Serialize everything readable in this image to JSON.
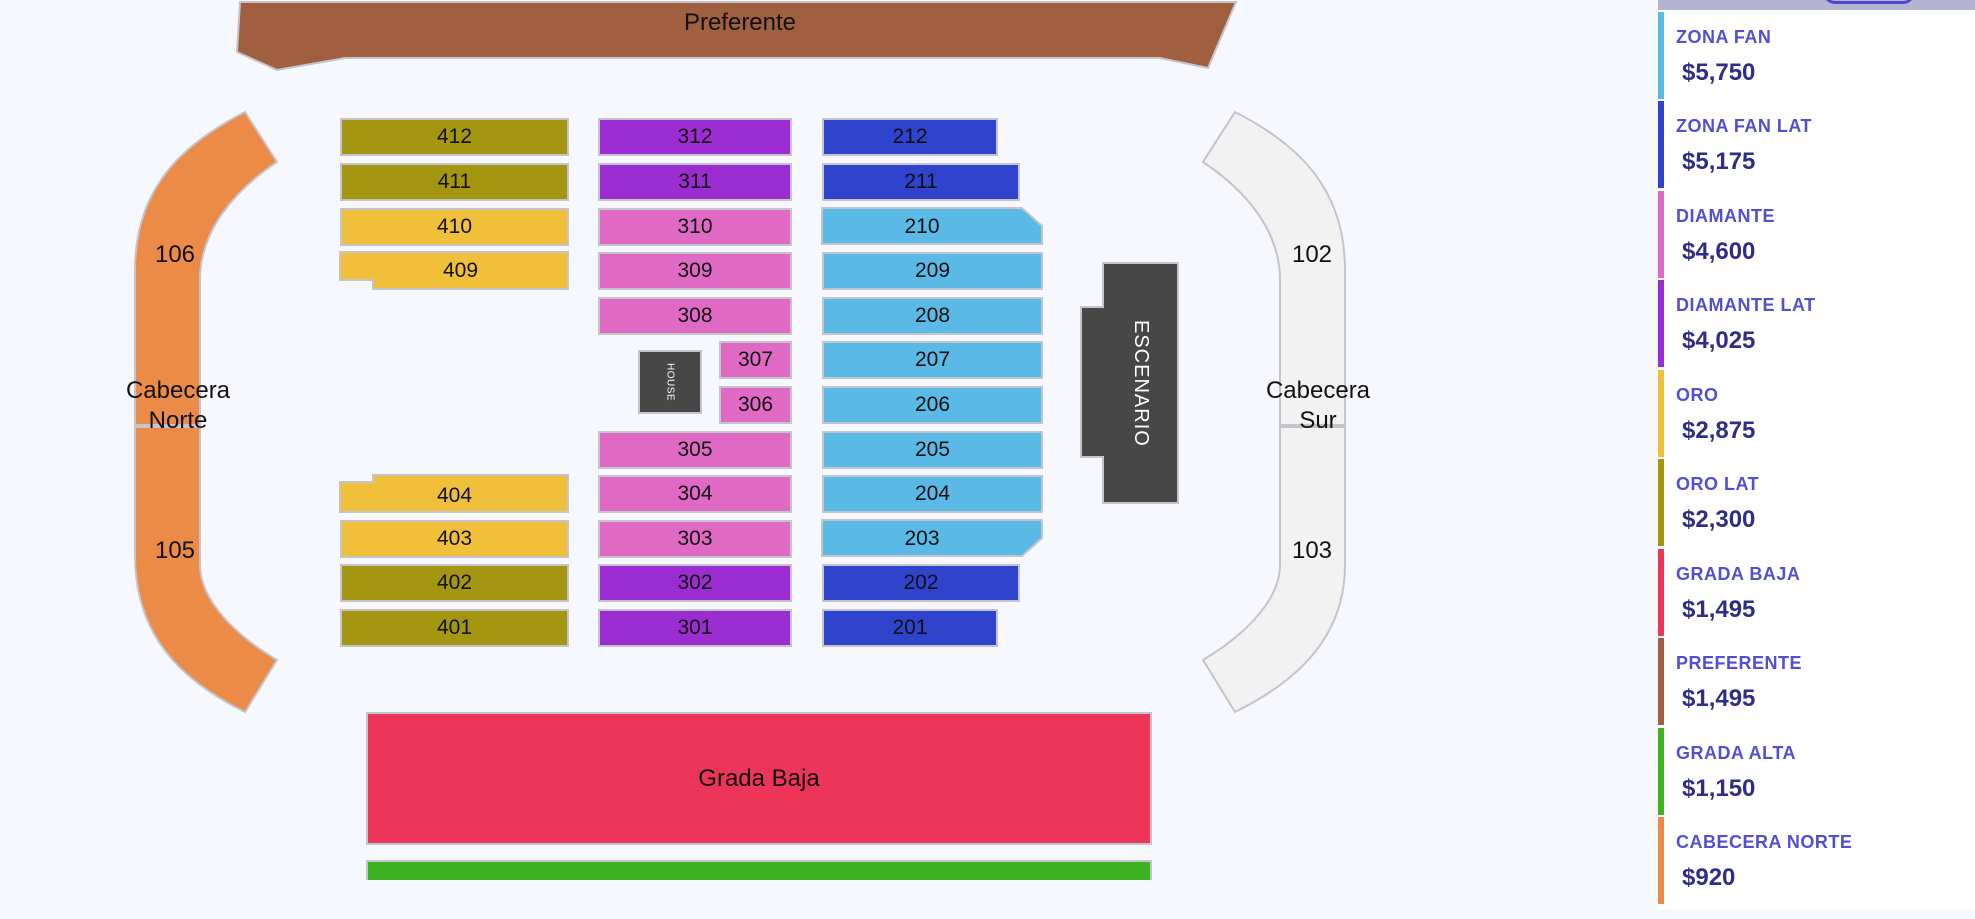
{
  "colors": {
    "zona_fan": "#5bb9e6",
    "zona_fan_lat": "#3043cc",
    "diamante": "#e06ac3",
    "diamante_lat": "#9b2ccf",
    "oro": "#f0c03a",
    "oro_lat": "#a59612",
    "grada_baja": "#ec3558",
    "preferente": "#a06040",
    "grada_alta": "#3db323",
    "cabecera_norte": "#ec8b48",
    "cabecera_sur": "#f2f2f2",
    "stage": "#474747"
  },
  "map": {
    "preferente_label": "Preferente",
    "grada_baja_label": "Grada Baja",
    "stage_label": "ESCENARIO",
    "house_label": "HOUSE",
    "cabecera_norte": {
      "label_line1": "Cabecera",
      "label_line2": "Norte",
      "upper": "106",
      "lower": "105"
    },
    "cabecera_sur": {
      "label_line1": "Cabecera",
      "label_line2": "Sur",
      "upper": "102",
      "lower": "103"
    },
    "col400": [
      "412",
      "411",
      "410",
      "409",
      "404",
      "403",
      "402",
      "401"
    ],
    "col300": [
      "312",
      "311",
      "310",
      "309",
      "308",
      "307",
      "306",
      "305",
      "304",
      "303",
      "302",
      "301"
    ],
    "col200": [
      "212",
      "211",
      "210",
      "209",
      "208",
      "207",
      "206",
      "205",
      "204",
      "203",
      "202",
      "201"
    ]
  },
  "legend": {
    "items": [
      {
        "name": "ZONA FAN",
        "price": "$5,750"
      },
      {
        "name": "ZONA FAN LAT",
        "price": "$5,175"
      },
      {
        "name": "DIAMANTE",
        "price": "$4,600"
      },
      {
        "name": "DIAMANTE LAT",
        "price": "$4,025"
      },
      {
        "name": "ORO",
        "price": "$2,875"
      },
      {
        "name": "ORO LAT",
        "price": "$2,300"
      },
      {
        "name": "GRADA BAJA",
        "price": "$1,495"
      },
      {
        "name": "PREFERENTE",
        "price": "$1,495"
      },
      {
        "name": "GRADA ALTA",
        "price": "$1,150"
      },
      {
        "name": "CABECERA NORTE",
        "price": "$920"
      }
    ]
  }
}
